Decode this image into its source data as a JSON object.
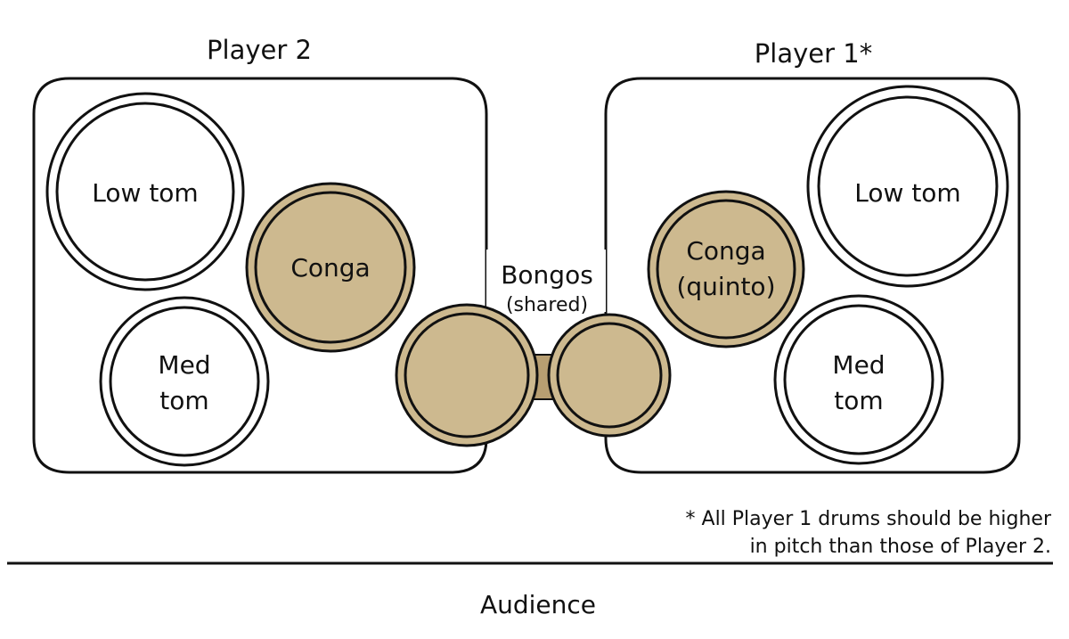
{
  "title": "Drum setup diagram",
  "colors": {
    "conga_fill": "#cdb98f",
    "tom_fill": "#ffffff",
    "bongo_bridge": "#b89f72",
    "stroke": "#111111"
  },
  "players": [
    {
      "id": "player2",
      "label": "Player 2",
      "drums": [
        {
          "name": "low-tom",
          "lines": [
            "Low tom"
          ],
          "type": "tom"
        },
        {
          "name": "conga",
          "lines": [
            "Conga"
          ],
          "type": "conga"
        },
        {
          "name": "med-tom",
          "lines": [
            "Med",
            "tom"
          ],
          "type": "tom"
        }
      ]
    },
    {
      "id": "player1",
      "label": "Player 1*",
      "drums": [
        {
          "name": "low-tom",
          "lines": [
            "Low tom"
          ],
          "type": "tom"
        },
        {
          "name": "conga-quinto",
          "lines": [
            "Conga",
            "(quinto)"
          ],
          "type": "conga"
        },
        {
          "name": "med-tom",
          "lines": [
            "Med",
            "tom"
          ],
          "type": "tom"
        }
      ]
    }
  ],
  "bongos": {
    "label": "Bongos",
    "sublabel": "(shared)"
  },
  "footnote": {
    "line1": "* All Player 1 drums should be higher",
    "line2": "in pitch than those of Player 2."
  },
  "audience": "Audience"
}
